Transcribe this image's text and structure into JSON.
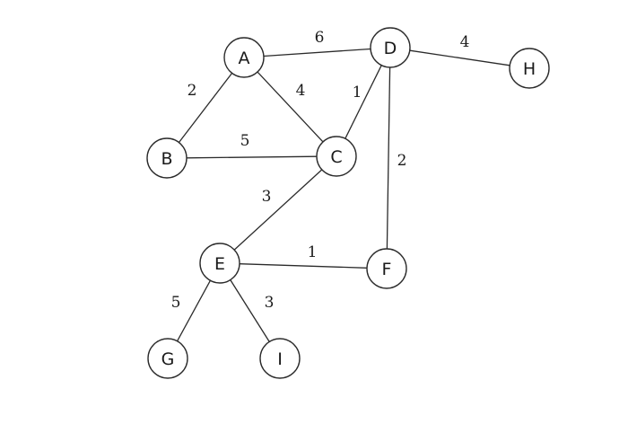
{
  "graph": {
    "nodes": [
      {
        "id": "A",
        "label": "A"
      },
      {
        "id": "B",
        "label": "B"
      },
      {
        "id": "C",
        "label": "C"
      },
      {
        "id": "D",
        "label": "D"
      },
      {
        "id": "E",
        "label": "E"
      },
      {
        "id": "F",
        "label": "F"
      },
      {
        "id": "G",
        "label": "G"
      },
      {
        "id": "H",
        "label": "H"
      },
      {
        "id": "I",
        "label": "I"
      }
    ],
    "edges": [
      {
        "from": "A",
        "to": "D",
        "weight": "6"
      },
      {
        "from": "A",
        "to": "B",
        "weight": "2"
      },
      {
        "from": "A",
        "to": "C",
        "weight": "4"
      },
      {
        "from": "D",
        "to": "H",
        "weight": "4"
      },
      {
        "from": "D",
        "to": "C",
        "weight": "1"
      },
      {
        "from": "D",
        "to": "F",
        "weight": "2"
      },
      {
        "from": "B",
        "to": "C",
        "weight": "5"
      },
      {
        "from": "C",
        "to": "E",
        "weight": "3"
      },
      {
        "from": "E",
        "to": "F",
        "weight": "1"
      },
      {
        "from": "E",
        "to": "G",
        "weight": "5"
      },
      {
        "from": "E",
        "to": "I",
        "weight": "3"
      }
    ]
  }
}
